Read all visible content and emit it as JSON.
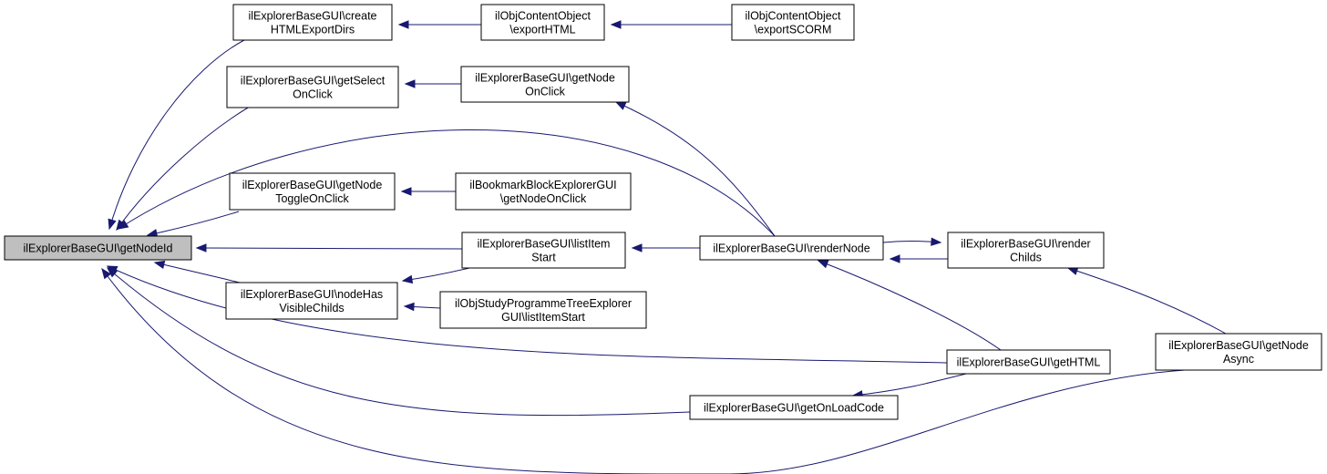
{
  "diagram": {
    "type": "call-graph",
    "nodes": [
      {
        "id": "getNodeId",
        "lines": [
          "ilExplorerBaseGUI\\getNodeId"
        ],
        "highlight": true
      },
      {
        "id": "createHTMLExportDirs",
        "lines": [
          "ilExplorerBaseGUI\\create",
          "HTMLExportDirs"
        ]
      },
      {
        "id": "getSelectOnClick",
        "lines": [
          "ilExplorerBaseGUI\\getSelect",
          "OnClick"
        ]
      },
      {
        "id": "getNodeToggleOnClick",
        "lines": [
          "ilExplorerBaseGUI\\getNode",
          "ToggleOnClick"
        ]
      },
      {
        "id": "nodeHasVisibleChilds",
        "lines": [
          "ilExplorerBaseGUI\\nodeHas",
          "VisibleChilds"
        ]
      },
      {
        "id": "exportHTML",
        "lines": [
          "ilObjContentObject",
          "\\exportHTML"
        ]
      },
      {
        "id": "getNodeOnClick",
        "lines": [
          "ilExplorerBaseGUI\\getNode",
          "OnClick"
        ]
      },
      {
        "id": "bookmarkGetNodeOnClick",
        "lines": [
          "ilBookmarkBlockExplorerGUI",
          "\\getNodeOnClick"
        ]
      },
      {
        "id": "listItemStart",
        "lines": [
          "ilExplorerBaseGUI\\listItem",
          "Start"
        ]
      },
      {
        "id": "studyListItemStart",
        "lines": [
          "ilObjStudyProgrammeTreeExplorer",
          "GUI\\listItemStart"
        ]
      },
      {
        "id": "exportSCORM",
        "lines": [
          "ilObjContentObject",
          "\\exportSCORM"
        ]
      },
      {
        "id": "renderNode",
        "lines": [
          "ilExplorerBaseGUI\\renderNode"
        ]
      },
      {
        "id": "renderChilds",
        "lines": [
          "ilExplorerBaseGUI\\render",
          "Childs"
        ]
      },
      {
        "id": "getHTML",
        "lines": [
          "ilExplorerBaseGUI\\getHTML"
        ]
      },
      {
        "id": "getOnLoadCode",
        "lines": [
          "ilExplorerBaseGUI\\getOnLoadCode"
        ]
      },
      {
        "id": "getNodeAsync",
        "lines": [
          "ilExplorerBaseGUI\\getNode",
          "Async"
        ]
      }
    ],
    "edges": [
      {
        "from": "createHTMLExportDirs",
        "to": "getNodeId"
      },
      {
        "from": "getSelectOnClick",
        "to": "getNodeId"
      },
      {
        "from": "getNodeToggleOnClick",
        "to": "getNodeId"
      },
      {
        "from": "listItemStart",
        "to": "getNodeId"
      },
      {
        "from": "nodeHasVisibleChilds",
        "to": "getNodeId"
      },
      {
        "from": "renderNode",
        "to": "getNodeId"
      },
      {
        "from": "getHTML",
        "to": "getNodeId"
      },
      {
        "from": "getOnLoadCode",
        "to": "getNodeId"
      },
      {
        "from": "getNodeAsync",
        "to": "getNodeId"
      },
      {
        "from": "exportHTML",
        "to": "createHTMLExportDirs"
      },
      {
        "from": "exportSCORM",
        "to": "exportHTML"
      },
      {
        "from": "getNodeOnClick",
        "to": "getSelectOnClick"
      },
      {
        "from": "renderNode",
        "to": "getNodeOnClick"
      },
      {
        "from": "bookmarkGetNodeOnClick",
        "to": "getNodeToggleOnClick"
      },
      {
        "from": "listItemStart",
        "to": "nodeHasVisibleChilds"
      },
      {
        "from": "studyListItemStart",
        "to": "nodeHasVisibleChilds"
      },
      {
        "from": "renderNode",
        "to": "listItemStart"
      },
      {
        "from": "renderChilds",
        "to": "renderNode"
      },
      {
        "from": "renderNode",
        "to": "renderChilds"
      },
      {
        "from": "getHTML",
        "to": "renderNode"
      },
      {
        "from": "getNodeAsync",
        "to": "renderChilds"
      },
      {
        "from": "getHTML",
        "to": "getOnLoadCode"
      }
    ]
  }
}
